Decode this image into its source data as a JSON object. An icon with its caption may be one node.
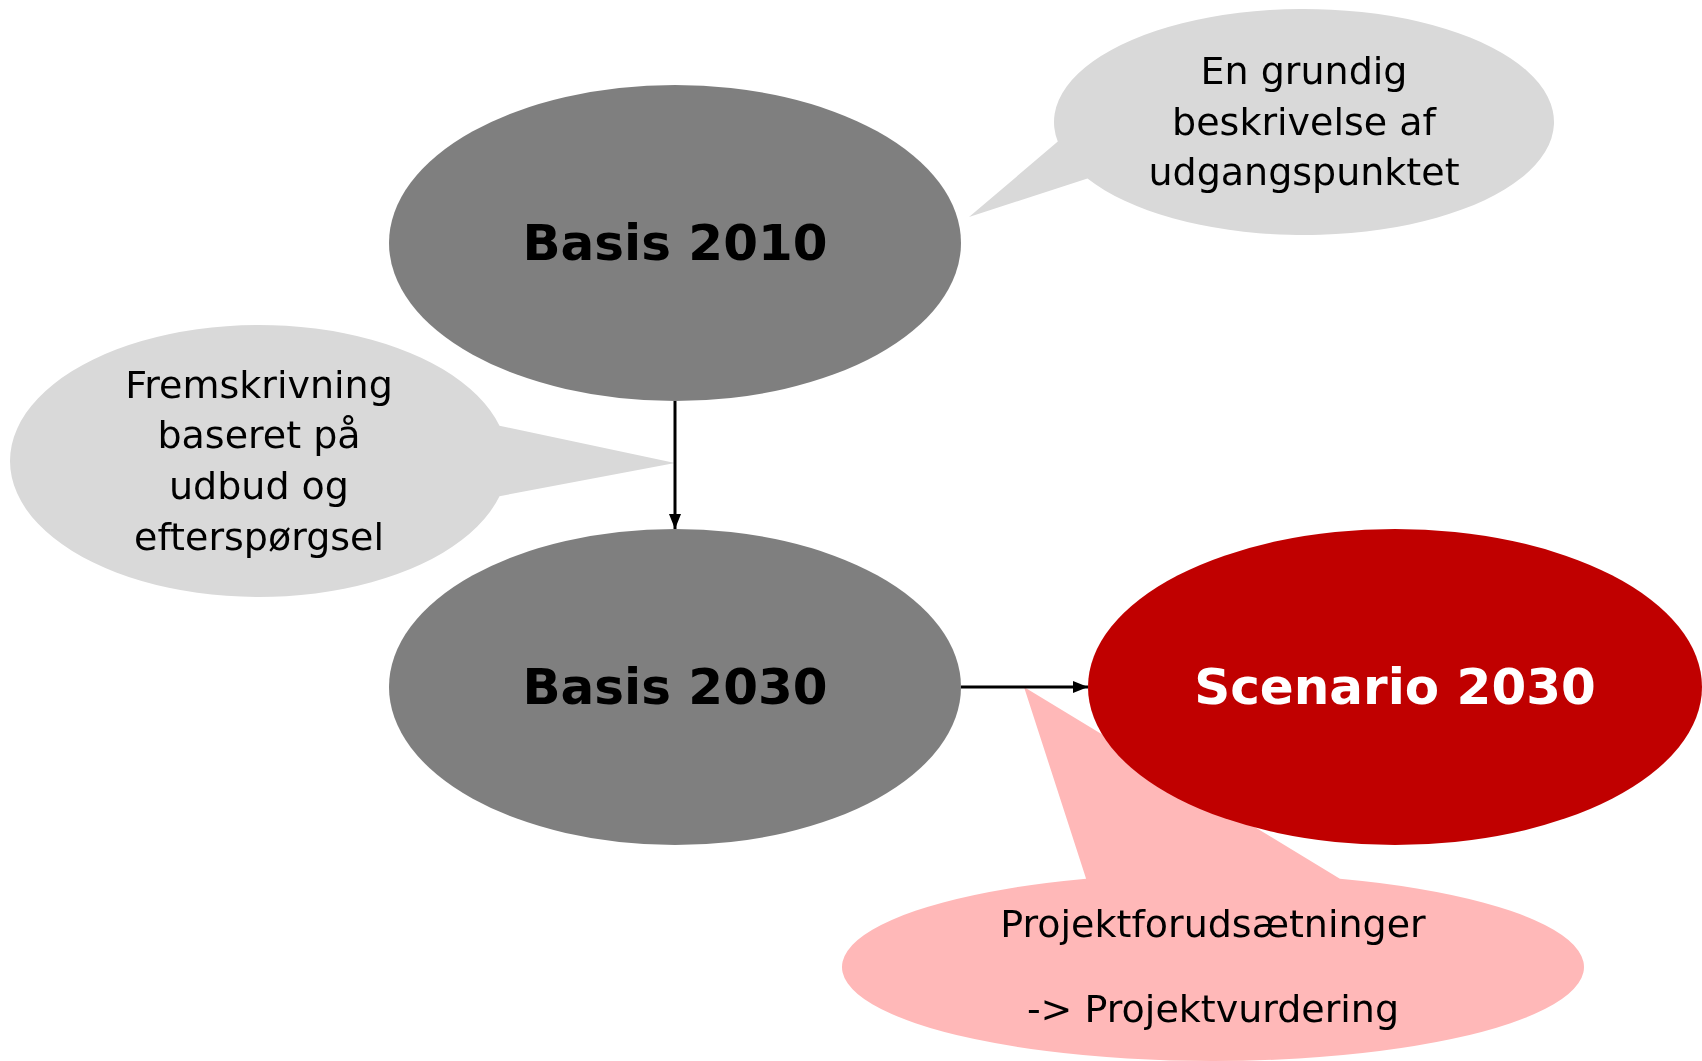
{
  "diagram": {
    "nodes": [
      {
        "text": [
          "Basis 2010"
        ]
      },
      {
        "text": [
          "En grundig beskrivelse af udgangspunktet"
        ]
      },
      {
        "text": [
          "Fremskrivning baseret på udbud og efterspørgsel"
        ]
      },
      {
        "text": [
          "Basis 2030"
        ]
      },
      {
        "text": [
          "Scenario 2030"
        ]
      },
      {
        "text": [
          "Projektforudsætninger",
          "-> Projektvurdering"
        ]
      }
    ],
    "edges": [
      {
        "from": 0,
        "to": 3,
        "arrow": "to"
      },
      {
        "from": 3,
        "to": 4,
        "arrow": "to"
      }
    ]
  }
}
